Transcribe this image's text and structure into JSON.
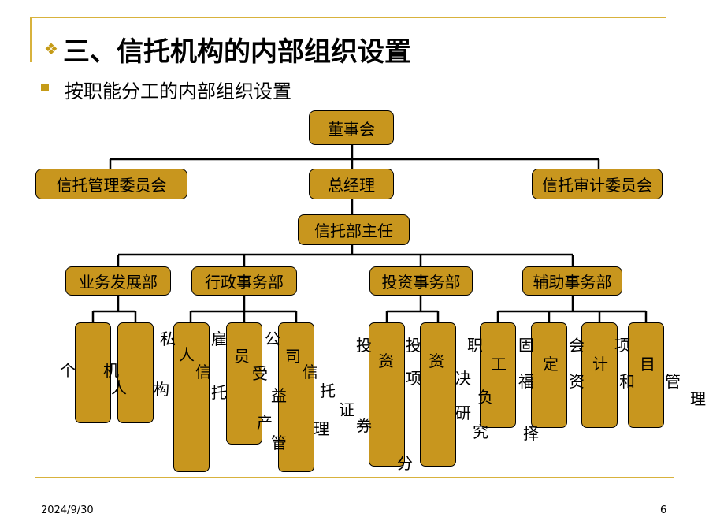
{
  "slide": {
    "title": "三、信托机构的内部组织设置",
    "subtitle": "按职能分工的内部组织设置",
    "date": "2024/9/30",
    "page_number": "6"
  },
  "org": {
    "board": "董事会",
    "trust_mgmt_committee": "信托管理委员会",
    "general_manager": "总经理",
    "trust_audit_committee": "信托审计委员会",
    "trust_dept_head": "信托部主任",
    "departments": [
      "业务发展部",
      "行政事务部",
      "投资事务部",
      "辅助事务部"
    ],
    "sub_chars": [
      "人",
      "员",
      "司",
      "资",
      "资",
      "工",
      "定",
      "计",
      "目"
    ],
    "scattered_text": [
      "私",
      "雇",
      "公",
      "个",
      "机",
      "人",
      "构",
      "信",
      "受",
      "信",
      "托",
      "托",
      "益",
      "产",
      "管",
      "理",
      "证",
      "券",
      "投",
      "投",
      "项",
      "分",
      "职",
      "决",
      "研",
      "究",
      "负",
      "固",
      "福",
      "择",
      "会",
      "资",
      "项",
      "和",
      "管",
      "理"
    ]
  },
  "colors": {
    "box_fill": "#c8961e",
    "accent_rule": "#d8b23c"
  }
}
